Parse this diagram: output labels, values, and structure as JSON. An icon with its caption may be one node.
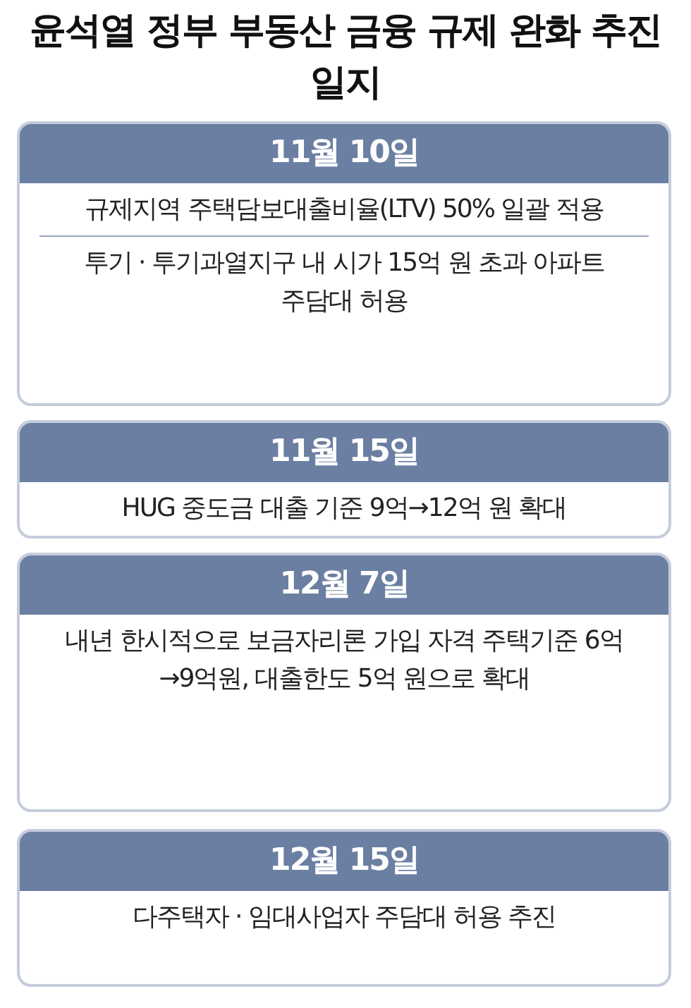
{
  "diagram": {
    "title": "윤석열 정부 부동산 금융 규제 완화 추진 일지",
    "nodes": [
      {
        "text": [
          "11월 10일"
        ]
      },
      {
        "text": [
          "규제지역 주택담보대출비율(LTV) 50% 일괄 적용"
        ],
        "in": 0
      },
      {
        "text": [
          "투기 · 투기과열지구 내 시가 15억 원 초과 아파트 주담대 허용"
        ],
        "in": 0
      },
      {
        "text": [
          "11월 15일"
        ]
      },
      {
        "text": [
          "HUG 중도금 대출 기준 9억→12억 원 확대"
        ],
        "in": 3
      },
      {
        "text": [
          "12월 7일"
        ]
      },
      {
        "text": [
          "내년 한시적으로 보금자리론 가입 자격 주택기준 6억→9억원, 대출한도 5억 원으로 확대"
        ],
        "in": 5
      },
      {
        "text": [
          "12월 15일"
        ]
      },
      {
        "text": [
          "다주택자 · 임대사업자 주담대 허용 추진"
        ],
        "in": 7
      }
    ]
  }
}
